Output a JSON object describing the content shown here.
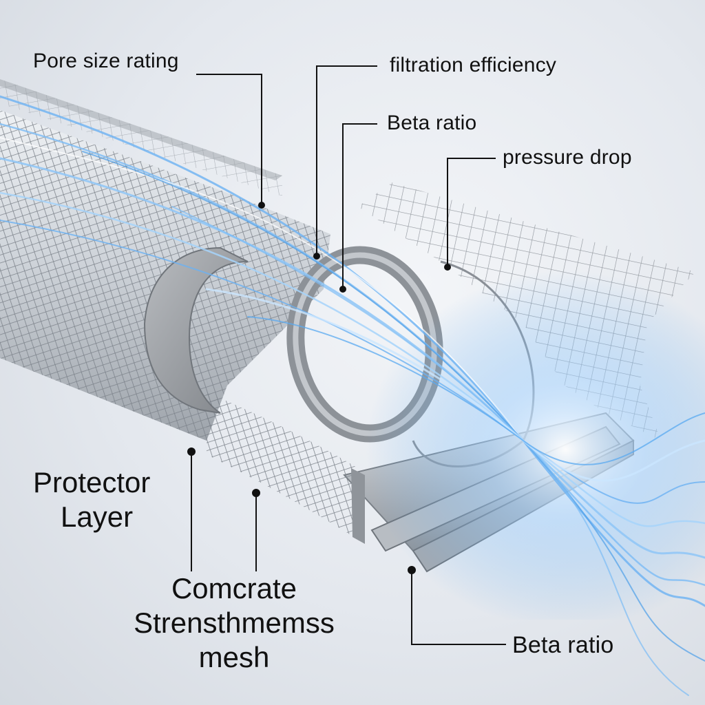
{
  "labels": {
    "pore_size_rating": "Pore size rating",
    "filtration_efficiency": "filtration efficiency",
    "beta_ratio_top": "Beta ratio",
    "pressure_drop": "pressure drop",
    "protector_layer_line1": "Protector",
    "protector_layer_line2": "Layer",
    "mesh_line1": "Comcrate",
    "mesh_line2": "Strensthmemss",
    "mesh_line3": "mesh",
    "beta_ratio_bottom": "Beta ratio"
  },
  "colors": {
    "background": "#e4e8ee",
    "flow": "#5aa9f0",
    "mesh": "#8a8f96",
    "metal": "#9a9ea4",
    "leader": "#111111"
  }
}
